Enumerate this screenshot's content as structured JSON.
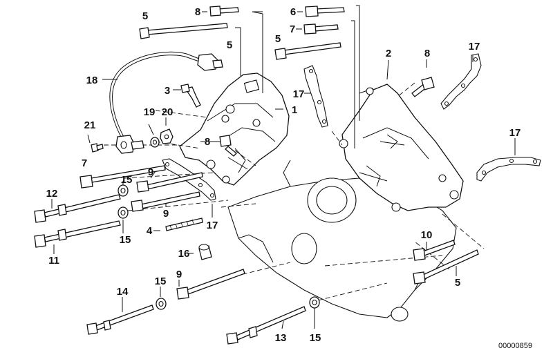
{
  "diagram": {
    "reference_number": "00000859",
    "callouts": {
      "c5a": "5",
      "c8a": "8",
      "c5b": "5",
      "c6": "6",
      "c7a": "7",
      "c5c": "5",
      "c2": "2",
      "c8b": "8",
      "c17a": "17",
      "c18": "18",
      "c3": "3",
      "c1": "1",
      "c17b": "17",
      "c19": "19",
      "c20": "20",
      "c21": "21",
      "c8c": "8",
      "c17c": "17",
      "c7b": "7",
      "c9a": "9",
      "c15a": "15",
      "c12": "12",
      "c9b": "9",
      "c4": "4",
      "c17d": "17",
      "c15b": "15",
      "c11": "11",
      "c16": "16",
      "c10": "10",
      "c5d": "5",
      "c15c": "15",
      "c9c": "9",
      "c14": "14",
      "c13": "13",
      "c15d": "15"
    }
  }
}
